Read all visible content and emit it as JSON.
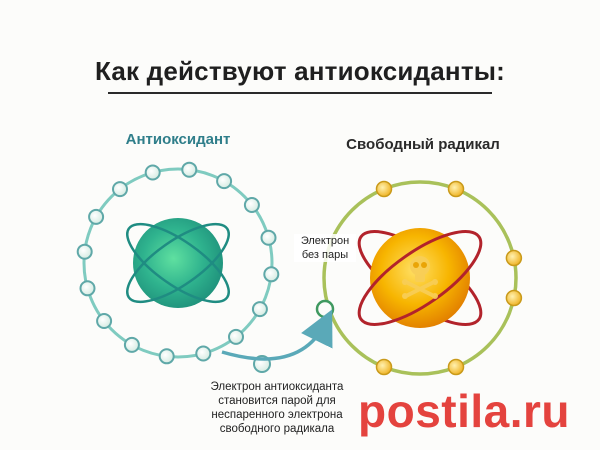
{
  "title": "Как действуют антиоксиданты:",
  "antioxidant": {
    "label": "Антиоксидант"
  },
  "free_radical": {
    "label": "Свободный радикал",
    "unpaired_label_line1": "Электрон",
    "unpaired_label_line2": "без пары"
  },
  "caption": {
    "line1": "Электрон антиоксиданта",
    "line2": "становится парой для",
    "line3": "неспаренного электрона",
    "line4": "свободного радикала"
  },
  "watermark": "postila.ru",
  "colors": {
    "antioxidant_ring": "#6fc2b6",
    "antioxidant_core": "#33b08a",
    "electron_fill": "#eef7f2",
    "radical_ring": "#a7bf55",
    "radical_core": "#f5b100",
    "radical_orbit": "#b2232b",
    "radical_electron": "#f6c63a",
    "arrow": "#5aa9b8",
    "watermark": "#e3342f"
  },
  "icons": {
    "toxic": "skull-and-crossbones-icon",
    "arrow": "curved-arrow-icon"
  }
}
